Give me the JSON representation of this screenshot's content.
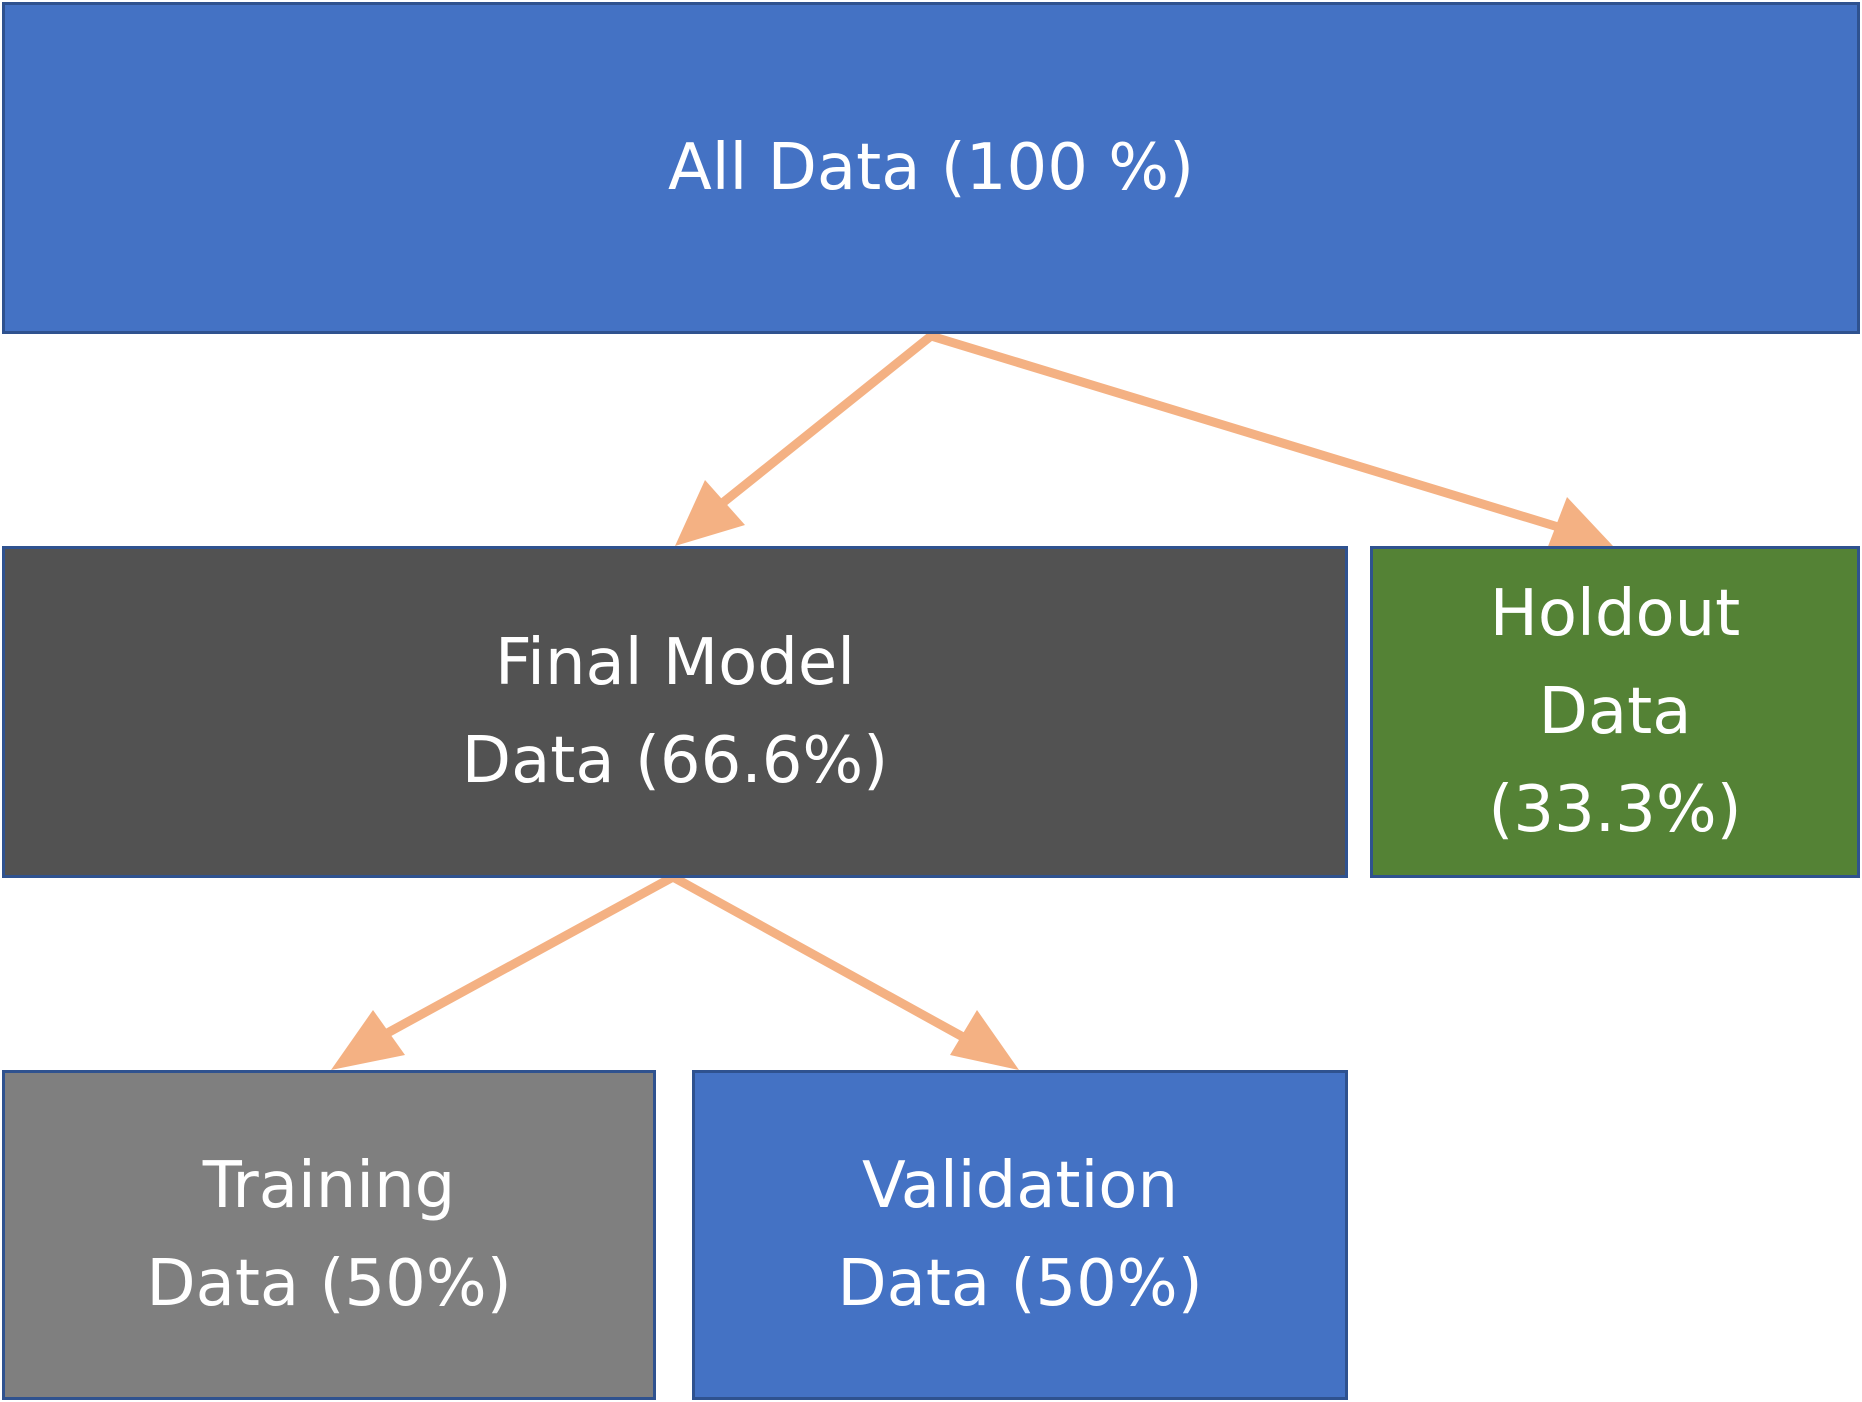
{
  "boxes": {
    "all_data": {
      "label": "All Data (100 %)",
      "color": "#4472C4"
    },
    "final_model": {
      "label": "Final Model\nData (66.6%)",
      "color": "#525252"
    },
    "holdout": {
      "label": "Holdout\nData\n(33.3%)",
      "color": "#548235"
    },
    "training": {
      "label": "Training\nData (50%)",
      "color": "#7F7F7F"
    },
    "validation": {
      "label": "Validation\nData (50%)",
      "color": "#4472C4"
    }
  },
  "arrow_color": "#F4B183",
  "border_color": "#2F528F"
}
